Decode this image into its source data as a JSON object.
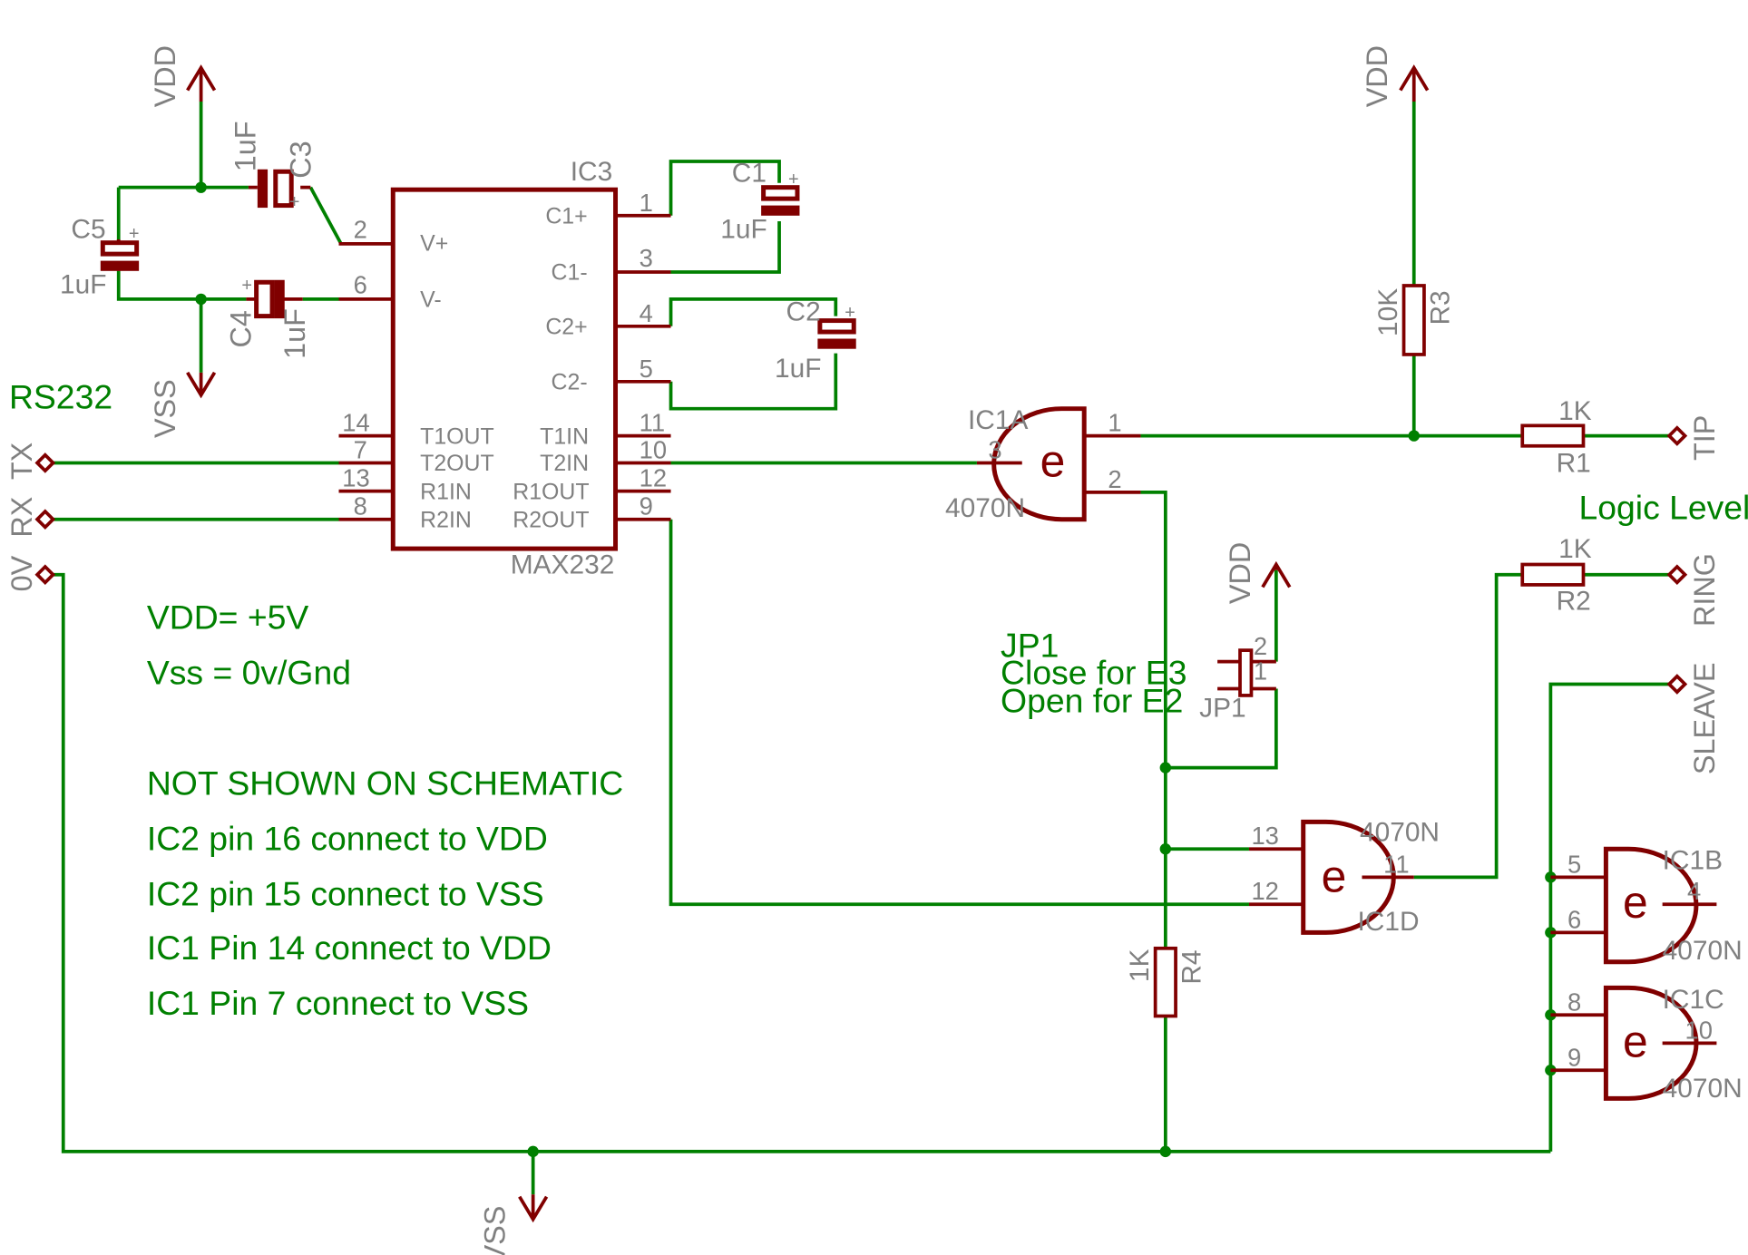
{
  "supplies": {
    "vdd": "VDD",
    "vss": "VSS"
  },
  "ic3": {
    "ref": "IC3",
    "value": "MAX232",
    "left_pins": [
      {
        "name": "V+",
        "num": "2"
      },
      {
        "name": "V-",
        "num": "6"
      },
      {
        "name": "T1OUT",
        "num": "14"
      },
      {
        "name": "T2OUT",
        "num": "7"
      },
      {
        "name": "R1IN",
        "num": "13"
      },
      {
        "name": "R2IN",
        "num": "8"
      }
    ],
    "right_pins": [
      {
        "name": "C1+",
        "num": "1"
      },
      {
        "name": "C1-",
        "num": "3"
      },
      {
        "name": "C2+",
        "num": "4"
      },
      {
        "name": "C2-",
        "num": "5"
      },
      {
        "name": "T1IN",
        "num": "11"
      },
      {
        "name": "T2IN",
        "num": "10"
      },
      {
        "name": "R1OUT",
        "num": "12"
      },
      {
        "name": "R2OUT",
        "num": "9"
      }
    ]
  },
  "capacitors": {
    "c1": {
      "ref": "C1",
      "value": "1uF"
    },
    "c2": {
      "ref": "C2",
      "value": "1uF"
    },
    "c3": {
      "ref": "C3",
      "value": "1uF"
    },
    "c4": {
      "ref": "C4",
      "value": "1uF"
    },
    "c5": {
      "ref": "C5",
      "value": "1uF"
    }
  },
  "resistors": {
    "r1": {
      "ref": "R1",
      "value": "1K"
    },
    "r2": {
      "ref": "R2",
      "value": "1K"
    },
    "r3": {
      "ref": "R3",
      "value": "10K"
    },
    "r4": {
      "ref": "R4",
      "value": "1K"
    }
  },
  "gates": {
    "ic1a": {
      "ref": "IC1A",
      "value": "4070N",
      "symbol": "e",
      "pins": [
        "3",
        "1",
        "2"
      ]
    },
    "ic1d": {
      "ref": "IC1D",
      "value": "4070N",
      "symbol": "e",
      "pins": [
        "13",
        "12",
        "11"
      ]
    },
    "ic1b": {
      "ref": "IC1B",
      "value": "4070N",
      "symbol": "e",
      "pins": [
        "5",
        "6",
        "4"
      ]
    },
    "ic1c": {
      "ref": "IC1C",
      "value": "4070N",
      "symbol": "e",
      "pins": [
        "8",
        "9",
        "10"
      ]
    }
  },
  "jumper": {
    "ref": "JP1",
    "pin1": "1",
    "pin2": "2",
    "note": [
      "JP1",
      "Close for E3",
      "Open for E2"
    ]
  },
  "connectors": {
    "tx": "TX",
    "rx": "RX",
    "zero_v": "0V",
    "tip": "TIP",
    "ring": "RING",
    "sleave": "SLEAVE"
  },
  "labels": {
    "rs232": "RS232",
    "logic_level": "Logic Level"
  },
  "notes": [
    "VDD= +5V",
    "Vss = 0v/Gnd",
    "NOT SHOWN ON SCHEMATIC",
    "IC2 pin 16 connect to VDD",
    "IC2 pin 15 connect to VSS",
    "IC1 Pin 14 connect to VDD",
    "IC1 Pin 7 connect to VSS"
  ],
  "colors": {
    "component": "#800000",
    "wire": "#008000",
    "label": "#808080",
    "background": "#ffffff"
  }
}
